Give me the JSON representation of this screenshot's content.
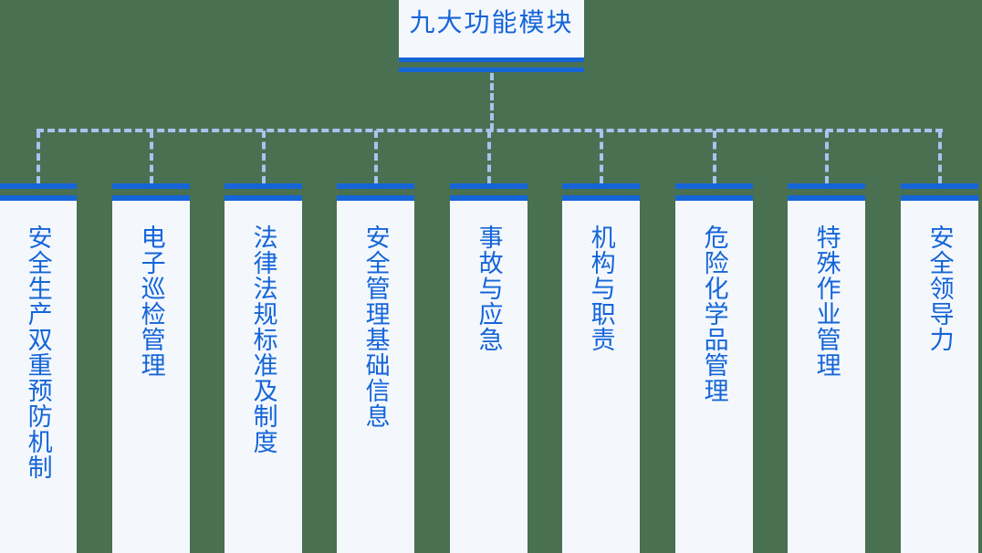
{
  "diagram": {
    "type": "org-chart",
    "orientation": "top-down",
    "background_color": "#4a7052",
    "accent_color": "#1565d8",
    "node_fill_color": "#f4f8fd",
    "connector_color": "#a9c3ef",
    "connector_style": "dashed",
    "root": {
      "label": "九大功能模块",
      "text_color": "#1565d8"
    },
    "children": [
      {
        "index": 1,
        "label": "安全生产双重预防机制",
        "char_count": 10
      },
      {
        "index": 2,
        "label": "电子巡检管理",
        "char_count": 6
      },
      {
        "index": 3,
        "label": "法律法规标准及制度",
        "char_count": 9
      },
      {
        "index": 4,
        "label": "安全管理基础信息",
        "char_count": 8
      },
      {
        "index": 5,
        "label": "事故与应急",
        "char_count": 5
      },
      {
        "index": 6,
        "label": "机构与职责",
        "char_count": 5
      },
      {
        "index": 7,
        "label": "危险化学品管理",
        "char_count": 7
      },
      {
        "index": 8,
        "label": "特殊作业管理",
        "char_count": 6
      },
      {
        "index": 9,
        "label": "安全领导力",
        "char_count": 5
      }
    ]
  }
}
